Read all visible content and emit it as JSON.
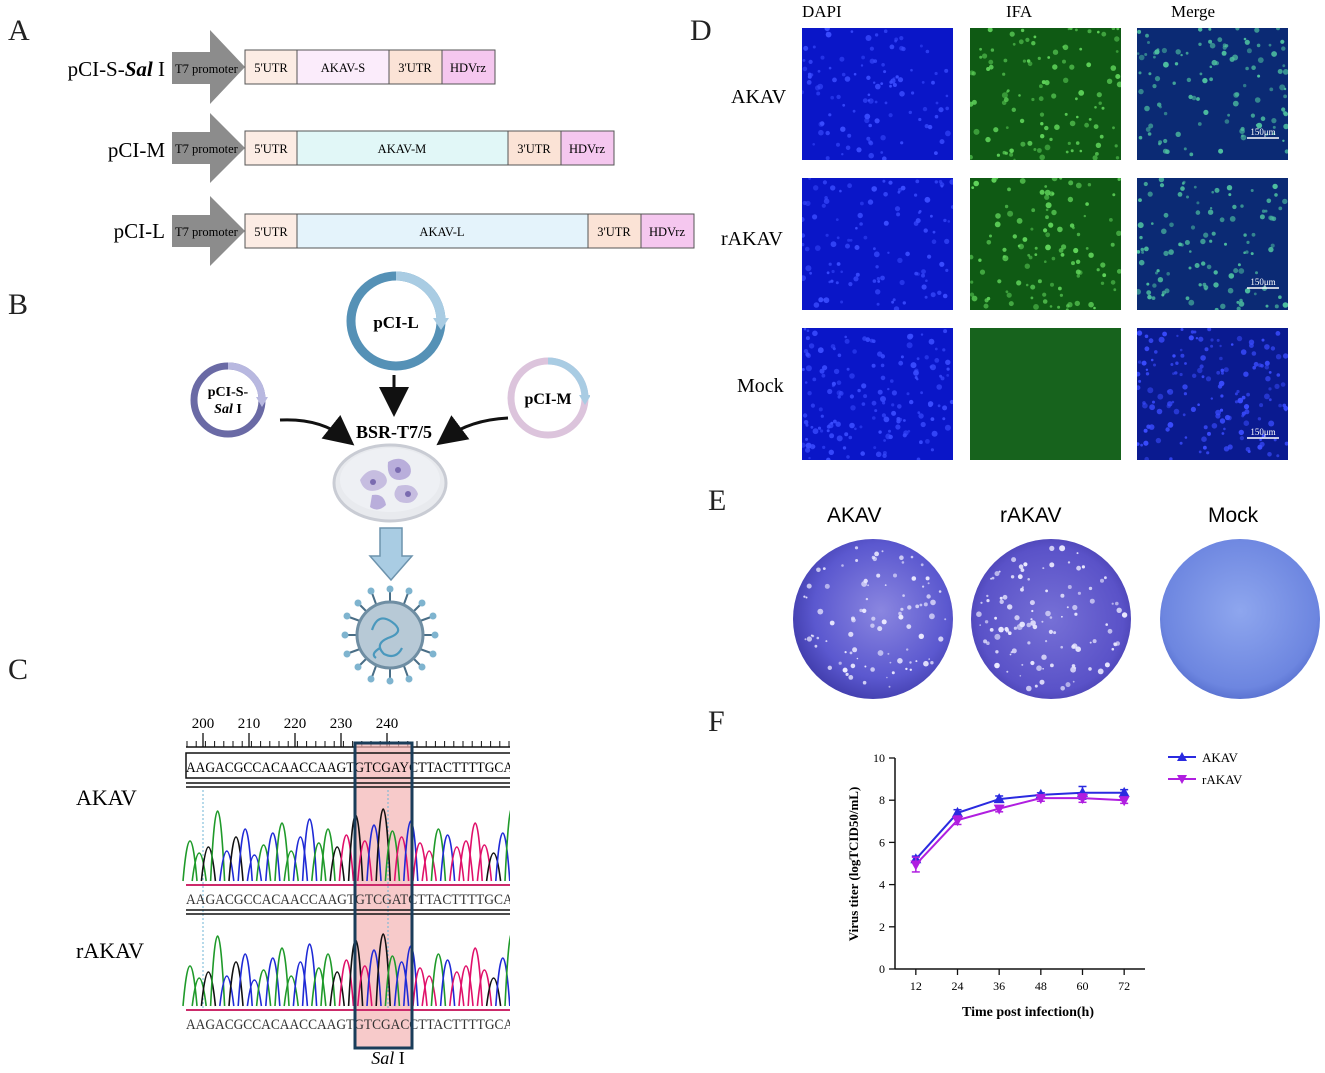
{
  "panels": {
    "a": "A",
    "b": "B",
    "c": "C",
    "d": "D",
    "e": "E",
    "f": "F"
  },
  "panel_a": {
    "promoter": "T7 promoter",
    "constructs": [
      {
        "name_prefix": "pCI-S-",
        "name_italic": "Sal",
        "name_suffix": " I",
        "segments": [
          "5'UTR",
          "AKAV-S",
          "3'UTR",
          "HDVrz"
        ]
      },
      {
        "name_prefix": "pCI-M",
        "segments": [
          "5'UTR",
          "AKAV-M",
          "3'UTR",
          "HDVrz"
        ]
      },
      {
        "name_prefix": "pCI-L",
        "segments": [
          "5'UTR",
          "AKAV-L",
          "3'UTR",
          "HDVrz"
        ]
      }
    ]
  },
  "panel_b": {
    "plasmid_l": "pCI-L",
    "plasmid_s_line1": "pCI-S-",
    "plasmid_s_italic": "Sal",
    "plasmid_s_suffix": " I",
    "plasmid_m": "pCI-M",
    "cell_line": "BSR-T7/5"
  },
  "panel_c": {
    "ticks": [
      "200",
      "210",
      "220",
      "230",
      "240"
    ],
    "ref_sequence": "AAGACGCCACAACCAAGTGTCGAYCTTACTTTTGCAGGGGTCAAA",
    "akav_sequence": "AAGACGCCACAACCAAGTGTCGATCTTACTTTTGCAGGGGTCAAA",
    "rakav_sequence": "AAGACGCCACAACCAAGTGTCGACCTTACTTTTGCAGGGGTCAAA",
    "label_akav": "AKAV",
    "label_rakav": "rAKAV",
    "site": "Sal I"
  },
  "panel_d": {
    "columns": [
      "DAPI",
      "IFA",
      "Merge"
    ],
    "rows": [
      "AKAV",
      "rAKAV",
      "Mock"
    ],
    "scale": "150μm"
  },
  "panel_e": {
    "labels": [
      "AKAV",
      "rAKAV",
      "Mock"
    ]
  },
  "chart_data": {
    "type": "line",
    "title": "",
    "xlabel": "Time post infection(h)",
    "ylabel": "Virus titer (logTCID50/mL)",
    "x": [
      12,
      24,
      36,
      48,
      60,
      72
    ],
    "ylim": [
      0,
      10
    ],
    "yticks": [
      0,
      2,
      4,
      6,
      8,
      10
    ],
    "legend_position": "top-right",
    "series": [
      {
        "name": "AKAV",
        "color": "#2a2ae0",
        "marker": "triangle-up",
        "values": [
          5.2,
          7.4,
          8.05,
          8.25,
          8.35,
          8.35
        ],
        "errors": [
          0.15,
          0.15,
          0.15,
          0.1,
          0.3,
          0.15
        ]
      },
      {
        "name": "rAKAV",
        "color": "#b01ee0",
        "marker": "triangle-down",
        "values": [
          4.95,
          7.05,
          7.6,
          8.1,
          8.1,
          8.0
        ],
        "errors": [
          0.35,
          0.2,
          0.15,
          0.15,
          0.2,
          0.15
        ]
      }
    ]
  },
  "colors": {
    "utr5": "#fcece4",
    "utr3": "#fbe3d6",
    "gene_s": "#fbecfb",
    "gene_m": "#e1f7f7",
    "gene_l": "#e4f3fb",
    "hdv": "#f5c7ef",
    "highlight": "#f4b4b4",
    "dapi": "#1020e0",
    "ifa": "#1fa32a",
    "plate": "#5d5ed6"
  }
}
